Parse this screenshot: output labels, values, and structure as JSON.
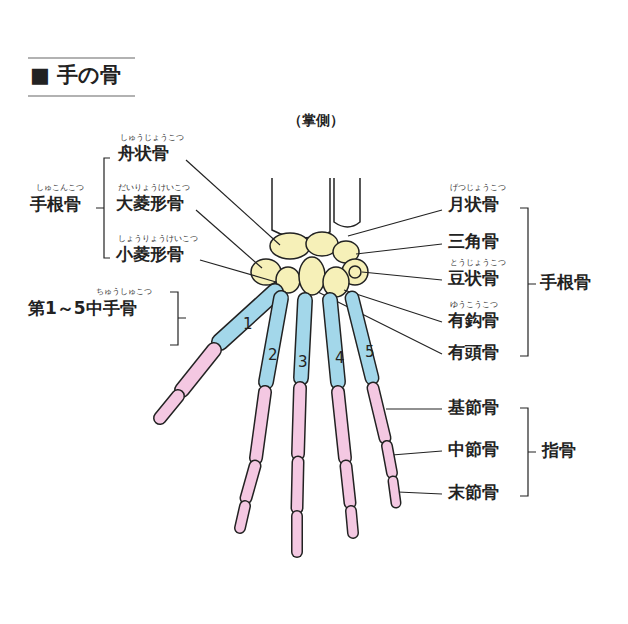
{
  "diagram": {
    "title": "■ 手の骨",
    "labels": [
      "（掌側）",
      "しゅうじょうこつ",
      "舟状骨",
      "だいりょうけいこつ",
      "大菱形骨",
      "しょうりょうけいこつ",
      "小菱形骨",
      "しゅこんこつ",
      "手根骨",
      "ちゅうしゅこつ",
      "第1～5中手骨",
      "1",
      "2",
      "3",
      "4",
      "5",
      "げつじょうこつ",
      "月状骨",
      "三角骨",
      "とうじょうこつ",
      "豆状骨",
      "ゆうこうこつ",
      "有鈎骨",
      "有頭骨",
      "手根骨",
      "基節骨",
      "中節骨",
      "末節骨",
      "指骨"
    ]
  }
}
